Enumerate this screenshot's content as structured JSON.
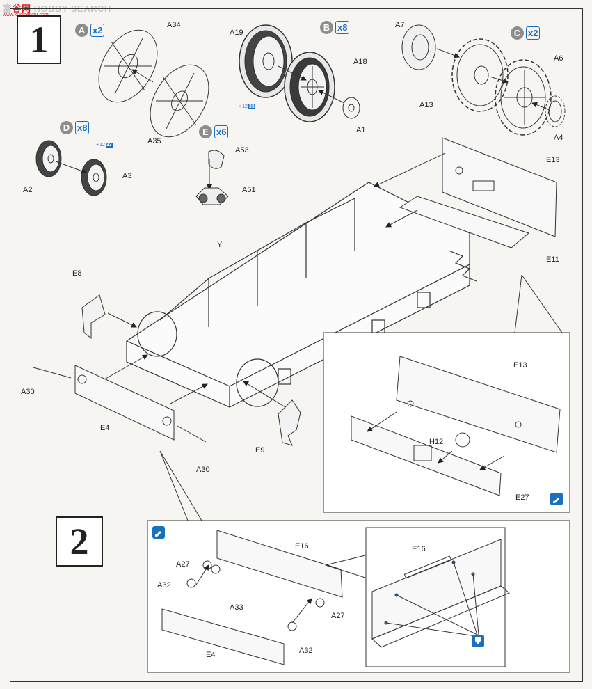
{
  "watermark": {
    "left_text": "富",
    "red_text": "谷",
    "tail_text": "网",
    "site_text": "HOBBY SEARCH",
    "url_text": "www.xunmeiyou.com"
  },
  "steps": [
    {
      "number": "1"
    },
    {
      "number": "2"
    }
  ],
  "groups": [
    {
      "letter": "A",
      "qty": "x2"
    },
    {
      "letter": "B",
      "qty": "x8"
    },
    {
      "letter": "C",
      "qty": "x2"
    },
    {
      "letter": "D",
      "qty": "x8"
    },
    {
      "letter": "E",
      "qty": "x6"
    }
  ],
  "paint": {
    "ref_a": "12",
    "ref_b": "33",
    "prefix": "+"
  },
  "labels": {
    "A34": "A34",
    "A35": "A35",
    "A19": "A19",
    "A18": "A18",
    "A1": "A1",
    "A7": "A7",
    "A6": "A6",
    "A13": "A13",
    "A4": "A4",
    "A3": "A3",
    "A2": "A2",
    "A53": "A53",
    "A51": "A51",
    "E13": "E13",
    "E11": "E11",
    "Y": "Y",
    "E8": "E8",
    "A30": "A30",
    "E4": "E4",
    "E9": "E9",
    "H12": "H12",
    "E27": "E27",
    "E16": "E16",
    "A27": "A27",
    "A32": "A32",
    "A33": "A33"
  },
  "icons": [
    "tool-icon",
    "glue-icon"
  ],
  "colors": {
    "accent": "#1a6fc2",
    "line": "#333333",
    "paper": "#f7f5f2"
  }
}
